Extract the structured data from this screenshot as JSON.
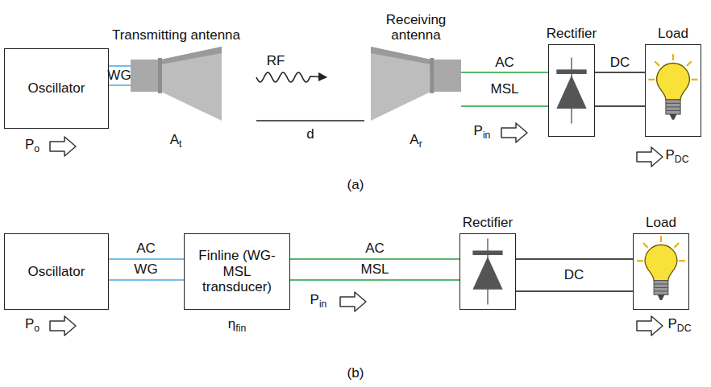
{
  "diagram": {
    "nodes": [
      {
        "text": [
          "Oscillator"
        ]
      },
      {
        "text": [
          "Transmitting antenna"
        ]
      },
      {
        "text": [
          "Receiving antenna"
        ]
      },
      {
        "text": [
          "Rectifier"
        ]
      },
      {
        "text": [
          "Load"
        ]
      },
      {
        "text": [
          "Oscillator"
        ]
      },
      {
        "text": [
          "Finline (WG-MSL transducer)"
        ]
      },
      {
        "text": [
          "Rectifier"
        ]
      },
      {
        "text": [
          "Load"
        ]
      }
    ],
    "edges": [
      {
        "from": 0,
        "to": 1,
        "arrow": "none"
      },
      {
        "from": 1,
        "to": 2,
        "arrow": "to",
        "label": "RF"
      },
      {
        "from": 2,
        "to": 3,
        "arrow": "none"
      },
      {
        "from": 3,
        "to": 4,
        "arrow": "none"
      },
      {
        "from": 5,
        "to": 6,
        "arrow": "none"
      },
      {
        "from": 6,
        "to": 7,
        "arrow": "none"
      },
      {
        "from": 7,
        "to": 8,
        "arrow": "none"
      }
    ],
    "labels": [
      "WG",
      "AC",
      "MSL",
      "DC",
      "Po",
      "At",
      "d",
      "Ar",
      "Pin",
      "PDC",
      "(a)",
      "AC",
      "WG",
      "Po",
      "ηfin",
      "AC",
      "MSL",
      "Pin",
      "DC",
      "PDC",
      "(b)"
    ]
  }
}
